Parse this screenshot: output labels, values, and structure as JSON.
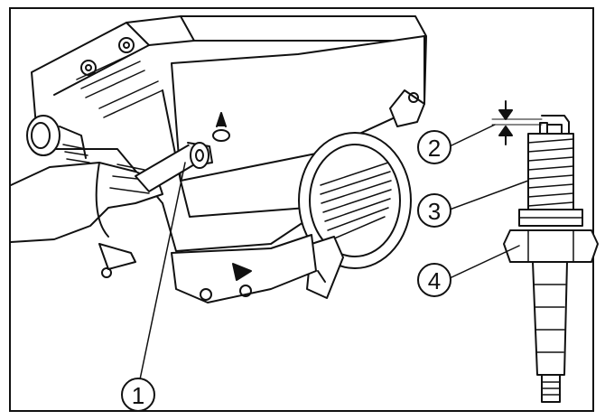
{
  "callouts": [
    {
      "id": "1",
      "label": "1"
    },
    {
      "id": "2",
      "label": "2"
    },
    {
      "id": "3",
      "label": "3"
    },
    {
      "id": "4",
      "label": "4"
    }
  ],
  "colors": {
    "line": "#111111",
    "background": "#ffffff",
    "shade": "#d8d8d8"
  }
}
